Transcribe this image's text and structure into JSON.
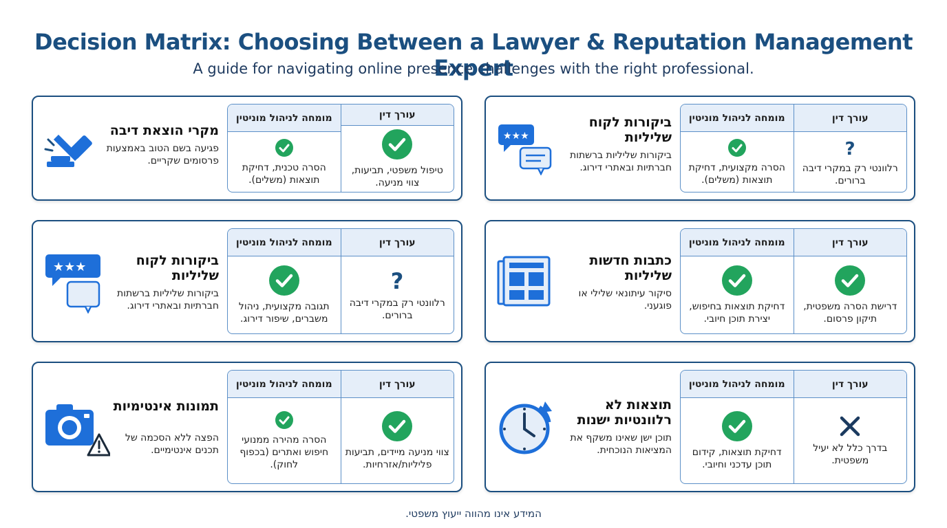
{
  "header": {
    "title": "Decision Matrix: Choosing Between a Lawyer & Reputation Management Expert",
    "subtitle": "A guide for navigating online presence challenges with the right professional."
  },
  "columns": {
    "lawyer": "עורך דין",
    "expert": "מומחה לניהול מוניטין"
  },
  "cards": [
    {
      "title": "מקרי הוצאת דיבה",
      "desc": "פגיעה בשם הטוב באמצעות פרסומים שקריים.",
      "icon": "gavel-icon",
      "lawyer": {
        "mark": "check",
        "text": "טיפול משפטי, תביעות, צווי מניעה."
      },
      "expert": {
        "mark": "check-small",
        "text": "הסרה טכנית, דחיקת תוצאות (משלים)."
      }
    },
    {
      "title": "ביקורות לקוח שליליות",
      "desc": "ביקורות שליליות ברשתות חברתיות ובאתרי דירוג.",
      "icon": "review-bubbles-icon",
      "lawyer": {
        "mark": "question",
        "text": "רלוונטי רק במקרי דיבה ברורים."
      },
      "expert": {
        "mark": "check-small",
        "text": "הסרה מקצועית, דחיקת תוצאות (משלים)."
      }
    },
    {
      "title": "ביקורות לקוח שליליות",
      "desc": "ביקורות שליליות ברשתות חברתיות ובאתרי דירוג.",
      "icon": "review-bubbles-icon",
      "lawyer": {
        "mark": "question",
        "text": "רלוונטי רק במקרי דיבה ברורים."
      },
      "expert": {
        "mark": "check",
        "text": "תגובה מקצועית, ניהול משברים, שיפור דירוג."
      }
    },
    {
      "title": "כתבות חדשות שליליות",
      "desc": "סיקור עיתונאי שלילי או פוגעני.",
      "icon": "newspaper-icon",
      "lawyer": {
        "mark": "check",
        "text": "דרישת הסרה משפטית, תיקון פרסום."
      },
      "expert": {
        "mark": "check",
        "text": "דחיקת תוצאות בחיפוש, יצירת תוכן חיובי."
      }
    },
    {
      "title": "תמונות אינטימיות",
      "desc": "הפצה ללא הסכמה של תכנים אינטימיים.",
      "icon": "camera-warning-icon",
      "lawyer": {
        "mark": "check",
        "text": "צווי מניעה מיידים, תביעות פליליות/אזרחיות."
      },
      "expert": {
        "mark": "check-small",
        "text": "הסרה מהירה ממנועי חיפוש ואתרים (בכפוף לחוק)."
      }
    },
    {
      "title": "תוצאות לא רלוונטיות ישנות",
      "desc": "תוכן ישן שאינו משקף את המציאות הנוכחית.",
      "icon": "clock-history-icon",
      "lawyer": {
        "mark": "cross",
        "text": "בדרך כלל לא יעיל משפטית."
      },
      "expert": {
        "mark": "check",
        "text": "דחיקת תוצאות, קידום תוכן עדכני וחיובי."
      }
    }
  ],
  "footer": "המידע אינו מהווה ייעוץ משפטי.",
  "colors": {
    "title": "#1b4f80",
    "check": "#22a45d",
    "icon_blue": "#1e6fd9",
    "header_fill": "#e5eef9"
  }
}
